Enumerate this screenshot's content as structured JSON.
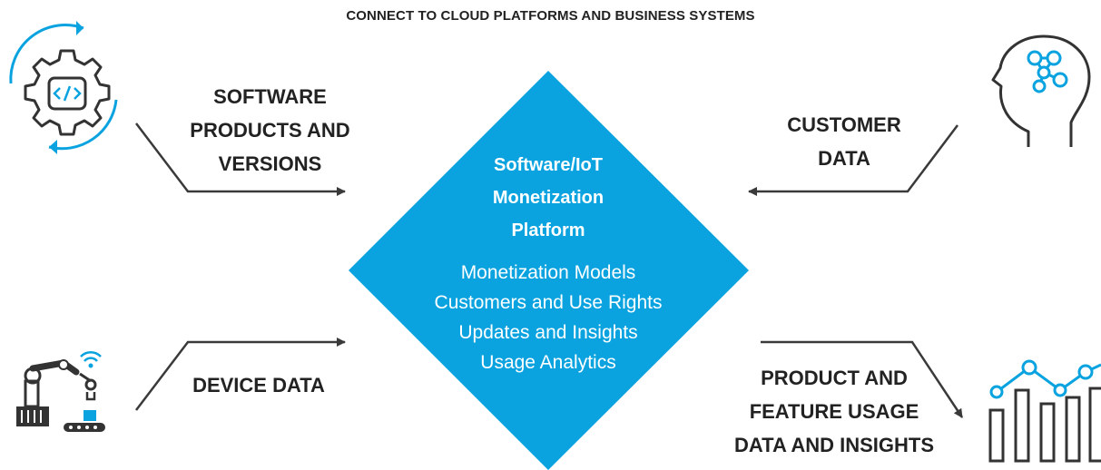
{
  "header": {
    "title": "CONNECT TO CLOUD PLATFORMS AND BUSINESS SYSTEMS"
  },
  "center": {
    "title": "Software/IoT\nMonetization\nPlatform",
    "features": [
      "Monetization Models",
      "Customers and Use Rights",
      "Updates and Insights",
      "Usage Analytics"
    ],
    "fill_color": "#0AA3E0"
  },
  "inputs": {
    "software": "SOFTWARE\nPRODUCTS AND\nVERSIONS",
    "customer": "CUSTOMER\nDATA",
    "device": "DEVICE DATA"
  },
  "outputs": {
    "usage": "PRODUCT AND\nFEATURE USAGE\nDATA AND INSIGHTS"
  },
  "icons": {
    "software": "gear-code-cycle-icon",
    "customer": "head-network-icon",
    "device": "robot-arm-conveyor-icon",
    "usage": "line-bar-chart-icon"
  },
  "colors": {
    "accent": "#0AA3E0",
    "dark": "#333333"
  }
}
